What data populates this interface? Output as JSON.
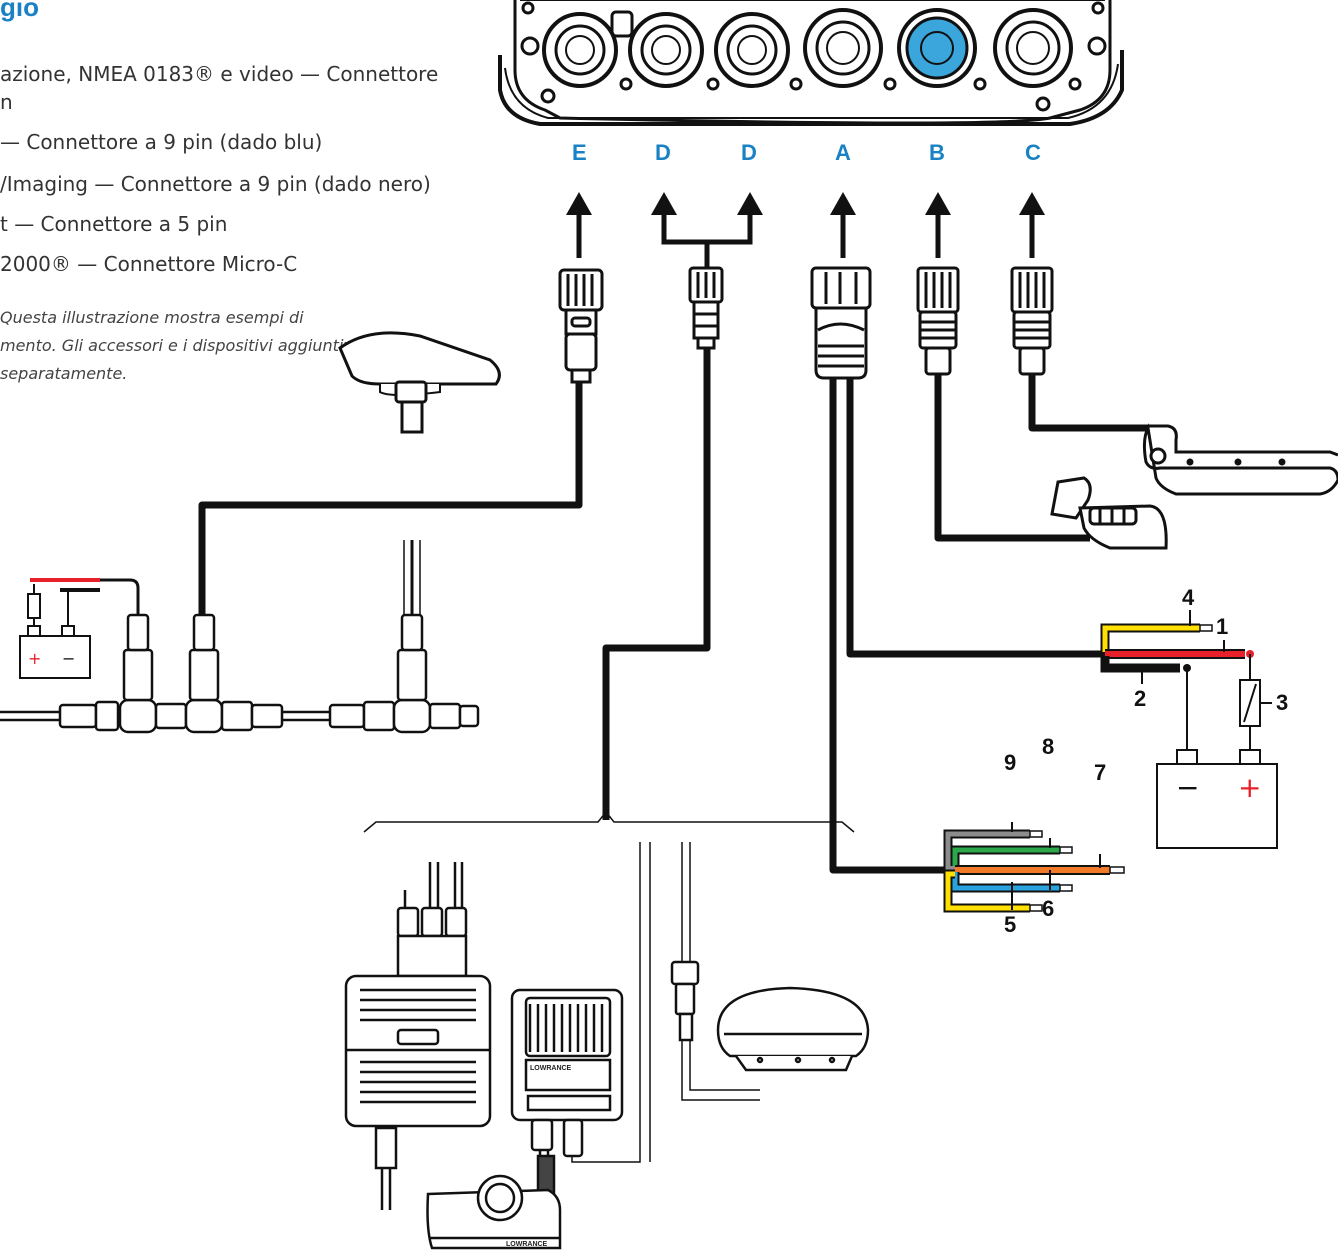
{
  "header": {
    "title": "gio",
    "legend": [
      "azione, NMEA 0183® e video — Connettore",
      "n",
      "— Connettore a 9 pin (dado blu)",
      "/Imaging — Connettore a 9 pin (dado nero)",
      "t — Connettore a 5 pin",
      "2000® — Connettore Micro-C"
    ],
    "note": [
      "Questa illustrazione mostra esempi di",
      "mento. Gli accessori e i dispositivi aggiuntivi sono",
      "separatamente."
    ]
  },
  "ports": [
    "E",
    "D",
    "D",
    "A",
    "B",
    "C"
  ],
  "wire_numbers": [
    "1",
    "2",
    "3",
    "4",
    "5",
    "6",
    "7",
    "8",
    "9"
  ],
  "battery_symbols": {
    "minus": "−",
    "plus": "+"
  },
  "brands": {
    "module": "LOWRANCE",
    "transducer": "LOWRANCE"
  },
  "colors": {
    "accent": "#1a82c4",
    "wire_red": "#e8202a",
    "wire_yellow": "#ffe000",
    "wire_black": "#111111",
    "wire_grey": "#8c8c8c",
    "wire_green": "#2aa84a",
    "wire_orange": "#f07a28",
    "wire_blue": "#29a3e0",
    "blue_nut": "#3aa6dc"
  }
}
